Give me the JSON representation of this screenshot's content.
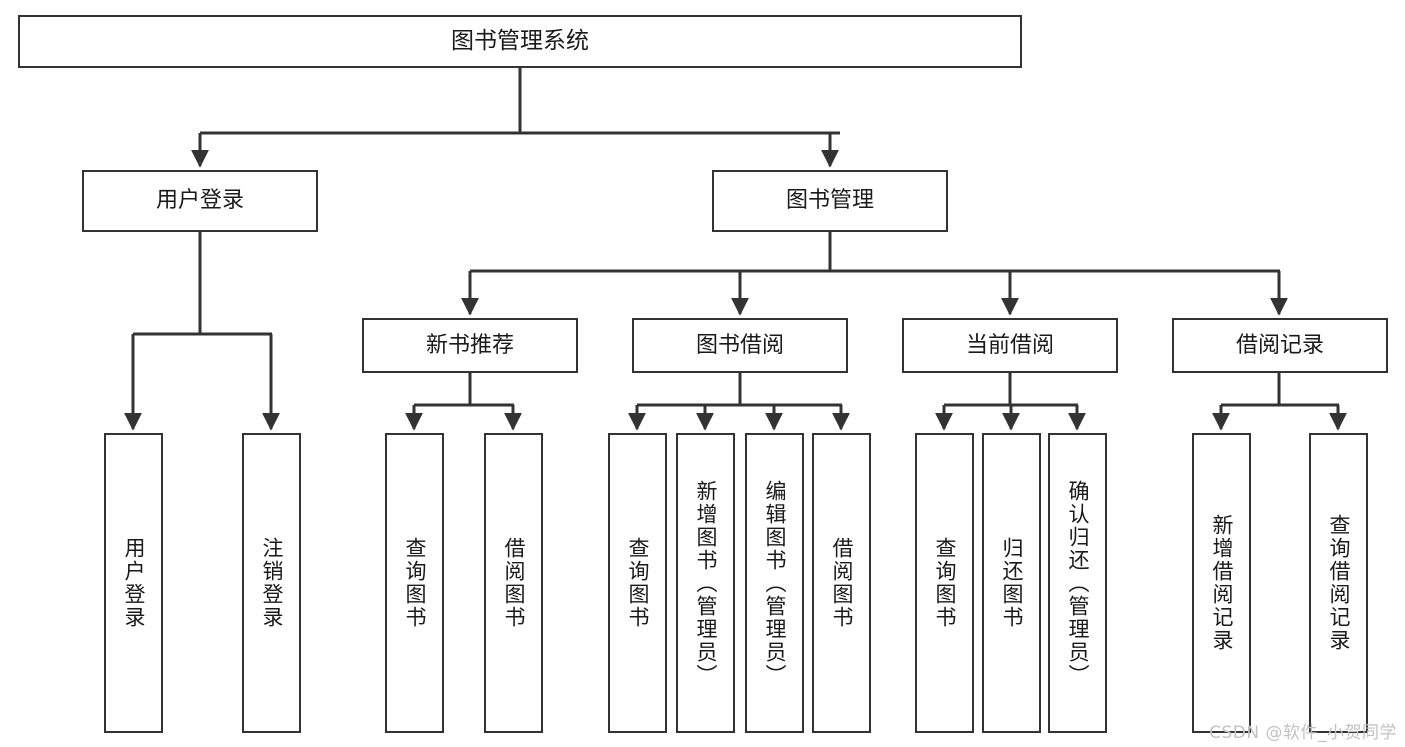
{
  "diagram": {
    "title": "图书管理系统",
    "type": "tree-hierarchy-chart",
    "colors": {
      "box_border": "#333333",
      "box_fill": "#ffffff",
      "connector": "#333333",
      "background": "#ffffff",
      "watermark": "#c2c2c2"
    },
    "root": {
      "label": "图书管理系统"
    },
    "level1": [
      {
        "label": "用户登录"
      },
      {
        "label": "图书管理"
      }
    ],
    "level2": [
      {
        "label": "新书推荐"
      },
      {
        "label": "图书借阅"
      },
      {
        "label": "当前借阅"
      },
      {
        "label": "借阅记录"
      }
    ],
    "leaves": {
      "user_login": [
        {
          "label": "用户登录"
        },
        {
          "label": "注销登录"
        }
      ],
      "new_book_recommend": [
        {
          "label": "查询图书"
        },
        {
          "label": "借阅图书"
        }
      ],
      "book_borrow": [
        {
          "label": "查询图书"
        },
        {
          "label": "新增图书（管理员）"
        },
        {
          "label": "编辑图书（管理员）"
        },
        {
          "label": "借阅图书"
        }
      ],
      "current_borrow": [
        {
          "label": "查询图书"
        },
        {
          "label": "归还图书"
        },
        {
          "label": "确认归还（管理员）"
        }
      ],
      "borrow_record": [
        {
          "label": "新增借阅记录"
        },
        {
          "label": "查询借阅记录"
        }
      ]
    },
    "watermark": "CSDN @软件_小贺同学"
  }
}
